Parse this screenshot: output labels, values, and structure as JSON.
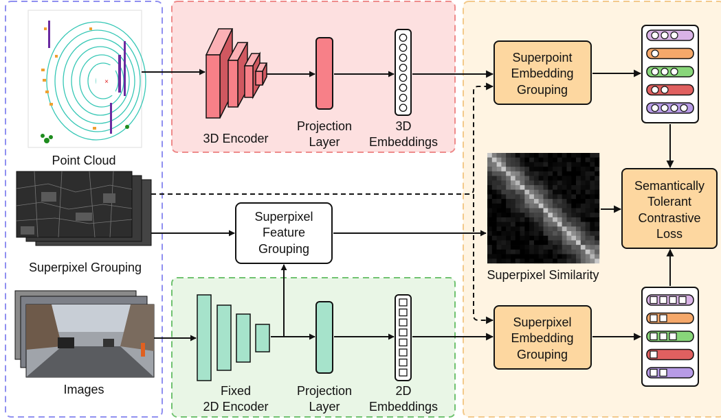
{
  "labels": {
    "point_cloud": "Point Cloud",
    "superpixel_grouping": "Superpixel Grouping",
    "images": "Images",
    "encoder_3d": "3D Encoder",
    "projection_top_1": "Projection",
    "projection_top_2": "Layer",
    "emb3d_1": "3D",
    "emb3d_2": "Embeddings",
    "feat_group_1": "Superpixel",
    "feat_group_2": "Feature",
    "feat_group_3": "Grouping",
    "fixed_1": "Fixed",
    "fixed_2": "2D Encoder",
    "projection_bot_1": "Projection",
    "projection_bot_2": "Layer",
    "emb2d_1": "2D",
    "emb2d_2": "Embeddings",
    "sp_point_1": "Superpoint",
    "sp_point_2": "Embedding",
    "sp_point_3": "Grouping",
    "sp_pixel_1": "Superpixel",
    "sp_pixel_2": "Embedding",
    "sp_pixel_3": "Grouping",
    "similarity": "Superpixel Similarity",
    "loss_1": "Semantically",
    "loss_2": "Tolerant",
    "loss_3": "Contrastive",
    "loss_4": "Loss"
  },
  "colors": {
    "blue_dash": "#8f8ff0",
    "red_region": "#fde0e0",
    "red_dash": "#ee8a8a",
    "green_region": "#e9f6e6",
    "green_dash": "#6fc26f",
    "orange_region": "#fff4e2",
    "orange_dash": "#f3c98a",
    "encoder3d": "#f78088",
    "encoder2d": "#a6e3cb",
    "orange_box": "#fdd7a0",
    "bar_colors": [
      "#d9b3e6",
      "#f5a86a",
      "#88d67a",
      "#e06060",
      "#b79be6"
    ]
  },
  "superpoint_bars": [
    3,
    1,
    3,
    2,
    4
  ],
  "superpixel_bars": [
    4,
    2,
    3,
    1,
    2
  ]
}
